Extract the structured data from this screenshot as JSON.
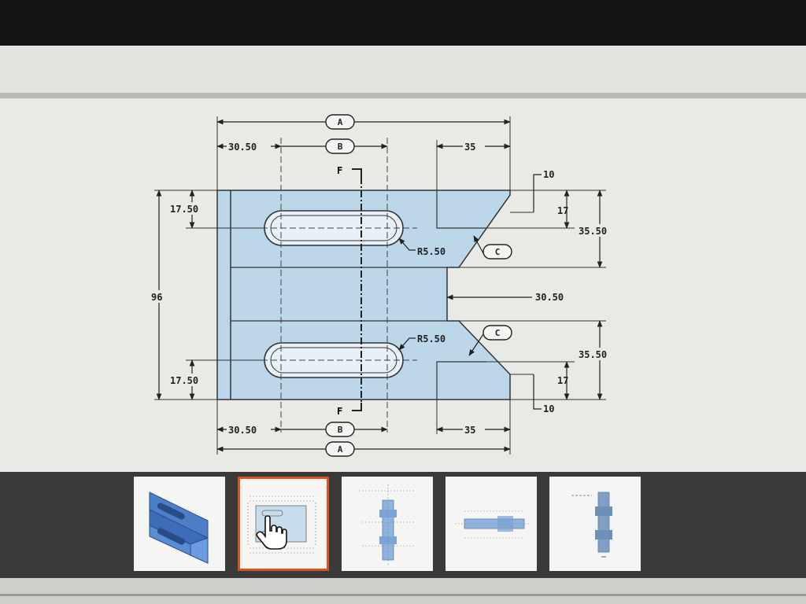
{
  "drawing": {
    "dimensions": {
      "top_left": "30.50",
      "top_right": "35",
      "right_top_small": "10",
      "right_top_step": "17",
      "right_top_height": "35.50",
      "left_top": "17.50",
      "overall_height": "96",
      "middle_right": "30.50",
      "radius_top": "R5.50",
      "radius_bottom": "R5.50",
      "left_bottom": "17.50",
      "right_bottom_height": "35.50",
      "right_bottom_step": "17",
      "right_bottom_small": "10",
      "bottom_left": "30.50",
      "bottom_right": "35"
    },
    "callouts": {
      "a_top": "A",
      "b_top": "B",
      "c_top": "C",
      "c_bottom": "C",
      "b_bottom": "B",
      "a_bottom": "A"
    },
    "section": {
      "top": "F",
      "bottom": "F"
    }
  },
  "thumbnails": [
    {
      "view": "isometric",
      "selected": false
    },
    {
      "view": "plan-drawing",
      "selected": true
    },
    {
      "view": "front-drawing",
      "selected": false
    },
    {
      "view": "side-drawing",
      "selected": false
    },
    {
      "view": "end-drawing",
      "selected": false
    }
  ],
  "colors": {
    "part_fill": "#bcd6ea",
    "selection_border": "#d9541c",
    "viewer_bg": "#e9e9e6",
    "thumb_bar": "#3a3a3a"
  }
}
